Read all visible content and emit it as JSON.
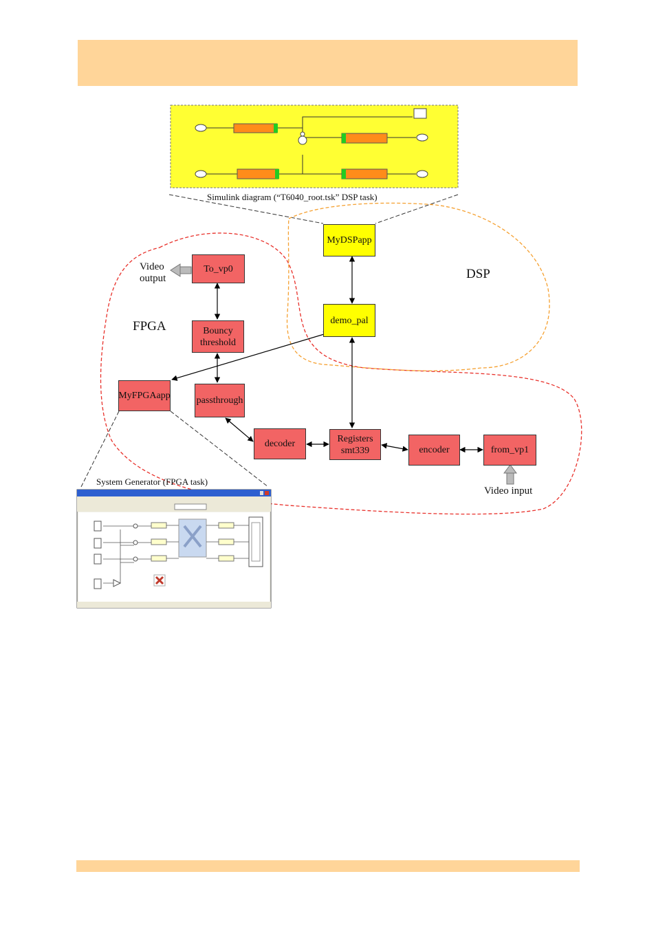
{
  "regions": {
    "fpga": "FPGA",
    "dsp": "DSP"
  },
  "nodes": {
    "to_vp0": "To_vp0",
    "bouncy": "Bouncy\nthreshold",
    "myfpgaapp": "MyFPGAapp",
    "passthrough": "passthrough",
    "decoder": "decoder",
    "registers": "Registers\nsmt339",
    "encoder": "encoder",
    "from_vp1": "from_vp1",
    "mydspapp": "MyDSPapp",
    "demo_pal": "demo_pal"
  },
  "io": {
    "video_output": "Video\noutput",
    "video_input": "Video input"
  },
  "captions": {
    "simulink": "Simulink diagram (“T6040_root.tsk” DSP task)",
    "sysgen": "System Generator (FPGA task)"
  },
  "colors": {
    "fpga_block": "#f26464",
    "dsp_block": "#ffff00",
    "fpga_border": "#e8302a",
    "dsp_border": "#f5a030",
    "band": "#ffd599"
  }
}
